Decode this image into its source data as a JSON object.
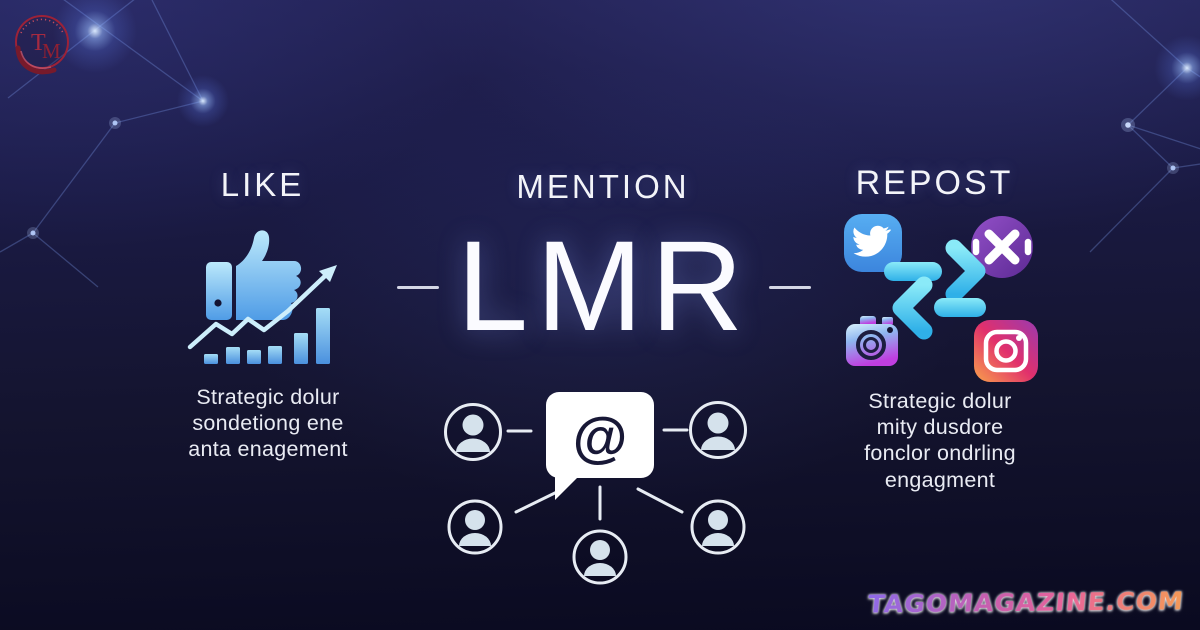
{
  "meta": {
    "title": "LMR — Like Mention Repost infographic"
  },
  "logo": {
    "monogram_t": "T",
    "monogram_m": "M",
    "icon": "tm-monogram-logo"
  },
  "center": {
    "acronym": "LMR"
  },
  "columns": {
    "like": {
      "header": "LIKE",
      "icon": "thumbs-up-growth-chart-icon",
      "caption_lines": [
        "Strategic dolur",
        "sondetiong ene",
        "anta enagement"
      ]
    },
    "mention": {
      "header": "MENTION",
      "icon": "at-mention-network-icon",
      "at_symbol": "@"
    },
    "repost": {
      "header": "REPOST",
      "icons": [
        "twitter-bird-icon",
        "x-logo-icon",
        "swap-arrows-icon",
        "camera-icon",
        "instagram-icon"
      ],
      "caption_lines": [
        "Strategic dolur",
        "mity dusdore",
        "fonclor ondrling",
        "engagment"
      ]
    }
  },
  "watermark": {
    "text": "TAGOMAGAZINE.COM"
  },
  "colors": {
    "background_top": "#232255",
    "background_bottom": "#0a0a20",
    "icon_blue": "#6fc6f2",
    "arrow_cyan": "#49c8ef",
    "x_purple": "#7a3fa8",
    "twitter_blue": "#4798e8",
    "instagram_pink": "#e1306c",
    "text_white": "#f3f4f9",
    "logo_red": "#9c2238",
    "constellation_blue": "#7d9beb"
  }
}
